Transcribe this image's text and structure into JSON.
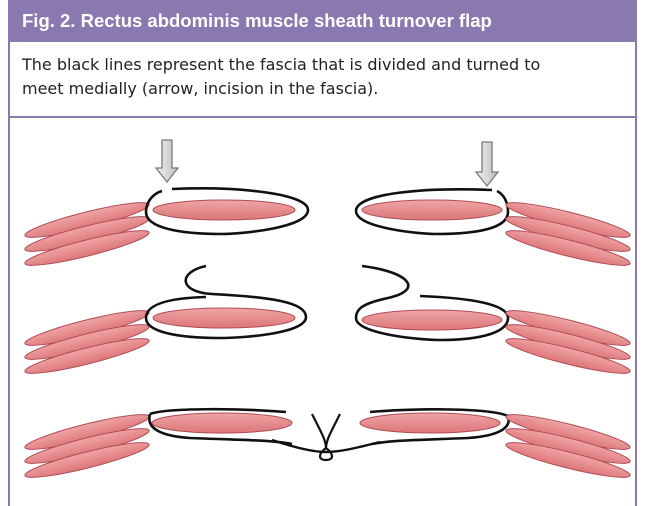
{
  "figure": {
    "title": "Fig. 2. Rectus abdominis muscle sheath turnover flap",
    "caption_line1": "The black lines represent the fascia that is divided and turned to",
    "caption_line2": "meet medially (arrow, incision in the fascia)."
  },
  "colors": {
    "frame": "#8a78b0",
    "muscle_fill": "#e58a8c",
    "muscle_stroke": "#b04c55",
    "fascia": "#111111",
    "arrow_fill": "#d8d8d8",
    "arrow_stroke": "#7a7a7a"
  },
  "diagram": {
    "rows": [
      "intact-with-incisions",
      "flaps-turned",
      "flaps-sutured-midline"
    ],
    "arrows": [
      "left-incision-arrow",
      "right-incision-arrow"
    ]
  }
}
